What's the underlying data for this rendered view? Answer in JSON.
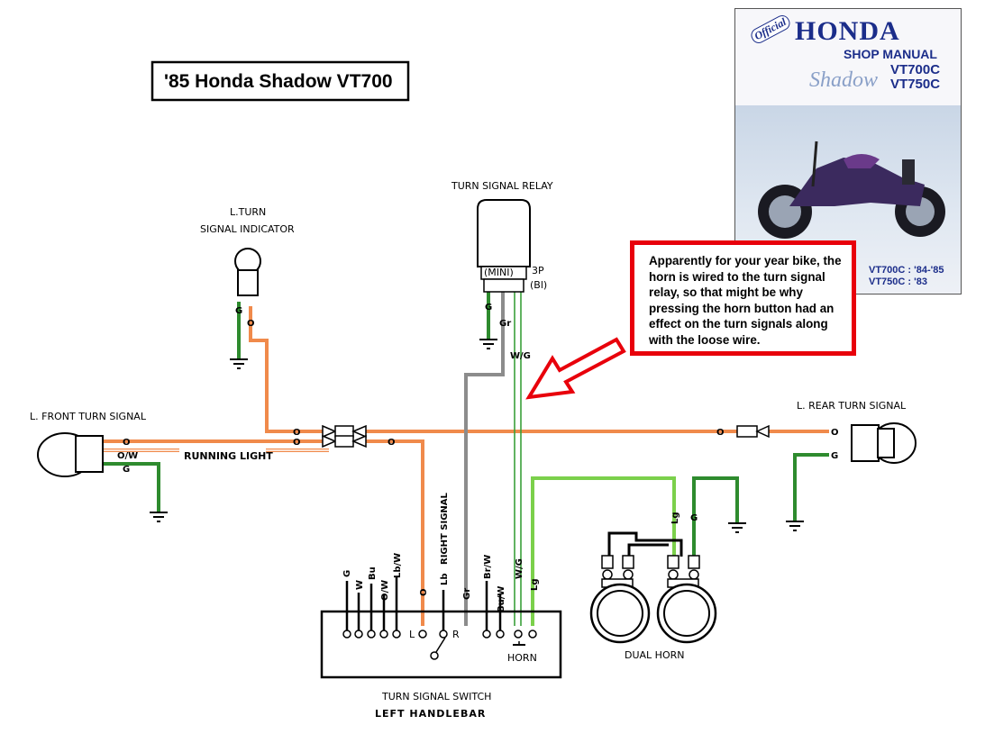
{
  "title": "'85 Honda Shadow VT700",
  "manual_cover": {
    "official": "Official",
    "brand": "HONDA",
    "subtitle": "SHOP MANUAL",
    "script": "Shadow",
    "model_1": "VT700C",
    "model_2": "VT750C",
    "years_1": "VT700C : '84-'85",
    "years_2": "VT750C : '83"
  },
  "note": "Apparently for your year bike, the horn is wired to the turn signal relay, so that might be why pressing the horn button had an effect on the turn signals along with the loose wire.",
  "labels": {
    "relay": "TURN SIGNAL RELAY",
    "relay_mini": "(MINI)",
    "relay_3p": "3P",
    "relay_bi": "(Bl)",
    "indicator_1": "L.TURN",
    "indicator_2": "SIGNAL INDICATOR",
    "front_signal": "L. FRONT TURN SIGNAL",
    "rear_signal": "L. REAR TURN SIGNAL",
    "running_light": "RUNNING LIGHT",
    "right_signal": "RIGHT SIGNAL",
    "dual_horn": "DUAL HORN",
    "switch": "TURN SIGNAL SWITCH",
    "handlebar": "LEFT HANDLEBAR",
    "horn": "HORN",
    "sw_l": "L",
    "sw_r": "R"
  },
  "wire_codes": {
    "g": "G",
    "o": "O",
    "ow": "O/W",
    "gr": "Gr",
    "wg": "W/G",
    "lg": "Lg",
    "w": "W",
    "bu": "Bu",
    "lbw": "Lb/W",
    "lb": "Lb",
    "brw": "Br/W",
    "buw": "Bu/W"
  },
  "colors": {
    "orange": "#f08a4b",
    "green_dark": "#2e8b2e",
    "green_light": "#7bd04b",
    "gray": "#8c8c8c",
    "white_green": "#3aa03a",
    "callout_red": "#e8000b",
    "manual_blue": "#1b2d8a"
  }
}
